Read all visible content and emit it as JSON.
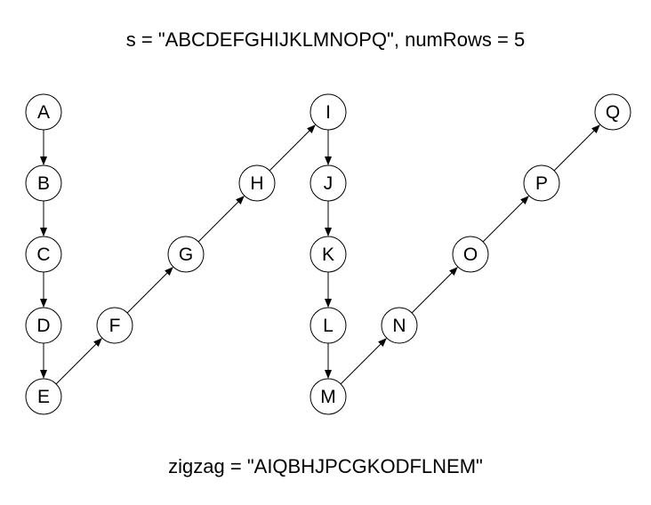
{
  "title": "s = \"ABCDEFGHIJKLMNOPQ\", numRows = 5",
  "result": "zigzag = \"AIQBHJPCGKODFLNEM\"",
  "num_rows": 5,
  "nodes": [
    {
      "label": "A",
      "row": 0,
      "col": 0
    },
    {
      "label": "B",
      "row": 1,
      "col": 0
    },
    {
      "label": "C",
      "row": 2,
      "col": 0
    },
    {
      "label": "D",
      "row": 3,
      "col": 0
    },
    {
      "label": "E",
      "row": 4,
      "col": 0
    },
    {
      "label": "F",
      "row": 3,
      "col": 1
    },
    {
      "label": "G",
      "row": 2,
      "col": 2
    },
    {
      "label": "H",
      "row": 1,
      "col": 3
    },
    {
      "label": "I",
      "row": 0,
      "col": 4
    },
    {
      "label": "J",
      "row": 1,
      "col": 4
    },
    {
      "label": "K",
      "row": 2,
      "col": 4
    },
    {
      "label": "L",
      "row": 3,
      "col": 4
    },
    {
      "label": "M",
      "row": 4,
      "col": 4
    },
    {
      "label": "N",
      "row": 3,
      "col": 5
    },
    {
      "label": "O",
      "row": 2,
      "col": 6
    },
    {
      "label": "P",
      "row": 1,
      "col": 7
    },
    {
      "label": "Q",
      "row": 0,
      "col": 8
    }
  ],
  "colors": {
    "stroke": "#000000",
    "fill": "#ffffff",
    "text": "#000000"
  }
}
